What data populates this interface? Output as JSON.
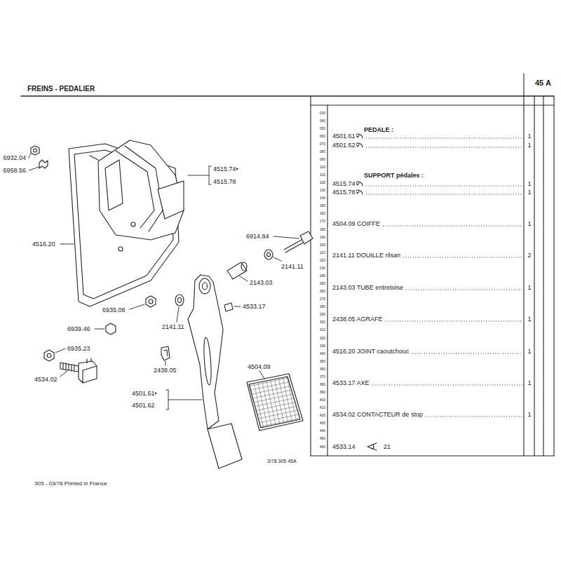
{
  "diagram": {
    "title": "FREINS - PEDALIER",
    "labels": [
      "45 A",
      "6932.04",
      "6958.56",
      "4515.74•",
      "4515.78",
      "4516.20",
      "6914.84",
      "2141.11",
      "2143.03",
      "4533.17",
      "6935.08",
      "2141.11",
      "6939.46",
      "6935.23",
      "2438.05",
      "4534.02",
      "4501.61•",
      "4501.62",
      "4504.09",
      "3/78 305 45A",
      "305 - 03/78 Printed in France",
      "030",
      "040",
      "050",
      "060",
      "070",
      "080",
      "090",
      "100",
      "110",
      "120",
      "130",
      "140",
      "150",
      "160",
      "170",
      "180",
      "190",
      "200",
      "210",
      "220",
      "230",
      "240",
      "250",
      "260",
      "270",
      "280",
      "290",
      "300",
      "310",
      "320",
      "330",
      "340",
      "350",
      "360",
      "370",
      "380",
      "390",
      "400",
      "410",
      "420",
      "430",
      "440",
      "450",
      "460",
      "PEDALE :",
      "4501.61",
      "1",
      "4501.62",
      "1",
      "SUPPORT pédales :",
      "4515.74",
      "1",
      "4515.78",
      "1",
      "4504.09 COIFFE",
      "1",
      "2141.11 DOUILLE rilsan",
      "2",
      "2143.03 TUBE entretoise",
      "1",
      "2438.05 AGRAFE",
      "1",
      "4516.20 JOINT caoutchouc",
      "1",
      "4533.17 AXE",
      "1",
      "4534.02 CONTACTEUR de stop",
      "1",
      "4533.14",
      "21"
    ]
  }
}
